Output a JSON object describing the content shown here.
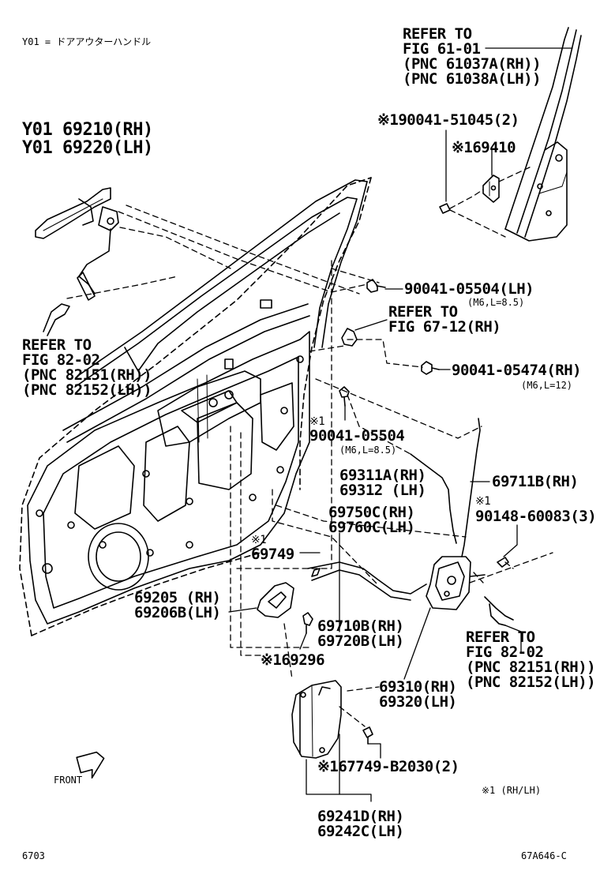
{
  "legend_top": "Y01 = ドアアウターハンドル",
  "labels": {
    "handle_rh": "Y01 69210(RH)",
    "handle_lh": "Y01 69220(LH)",
    "refer_61_1": "REFER TO",
    "refer_61_2": "FIG 61-01",
    "refer_61_3": "(PNC 61037A(RH))",
    "refer_61_4": "(PNC 61038A(LH))",
    "bolt_51045": "※190041-51045(2)",
    "part_69410": "※169410",
    "bolt_05504_lh": "90041-05504(LH)",
    "bolt_05504_lh_spec": "(M6,L=8.5)",
    "refer_67_1": "REFER TO",
    "refer_67_2": "FIG 67-12(RH)",
    "bolt_05474": "90041-05474(RH)",
    "bolt_05474_spec": "(M6,L=12)",
    "refer_82a_1": "REFER TO",
    "refer_82a_2": "FIG 82-02",
    "refer_82a_3": "(PNC 82151(RH))",
    "refer_82a_4": "(PNC 82152(LH))",
    "star1_a": "※1",
    "bolt_05504": "90041-05504",
    "bolt_05504_spec": "(M6,L=8.5)",
    "rod_69311a": "69311A(RH)",
    "rod_69312": "69312 (LH)",
    "rod_69711b": "69711B(RH)",
    "star1_b": "※1",
    "screw_60083": "90148-60083(3)",
    "cable_69750c": "69750C(RH)",
    "cable_69760c": "69760C(LH)",
    "star1_c": "※1",
    "part_69749": "69749",
    "handle_inner_rh": "69205 (RH)",
    "handle_inner_lh": "69206B(LH)",
    "cable_69710b": "69710B(RH)",
    "cable_69720b": "69720B(LH)",
    "refer_82b_1": "REFER TO",
    "refer_82b_2": "FIG 82-02",
    "refer_82b_3": "(PNC 82151(RH))",
    "refer_82b_4": "(PNC 82152(LH))",
    "part_69296": "※169296",
    "lock_69310": "69310(RH)",
    "lock_69320": "69320(LH)",
    "clip_b2030": "※167749-B2030(2)",
    "note_rhlh": "※1 (RH/LH)",
    "cover_69241d": "69241D(RH)",
    "cover_69242c": "69242C(LH)",
    "front": "FRONT",
    "fig_no": "6703",
    "drawing_no": "67A646-C"
  }
}
